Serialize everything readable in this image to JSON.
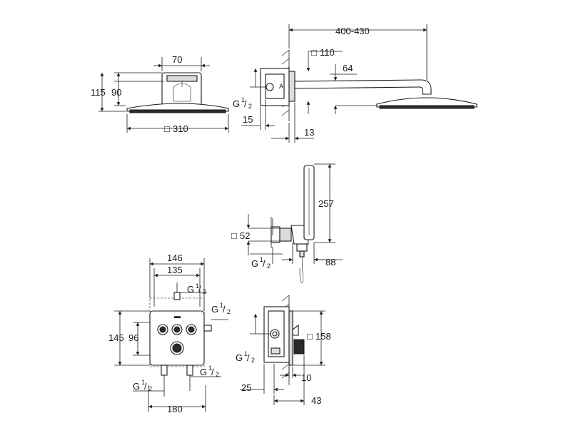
{
  "sheet": {
    "background": "#ffffff",
    "line_color": "#1a1a1a",
    "accent_gray": "#dcdcdc"
  },
  "head_shower_top": {
    "width_label": "70",
    "height_outer_label": "115",
    "height_inner_label": "90",
    "diameter_label": "310"
  },
  "head_shower_side": {
    "arm_length_label": "400-430",
    "flange_label": "110",
    "offset_label": "64",
    "thread_label": "G",
    "depth_label": "15",
    "cover_label": "13"
  },
  "hand_shower": {
    "length_label": "257",
    "flange_label": "52",
    "depth_label": "88",
    "thread_label": "G"
  },
  "thermostat_front": {
    "outer_width_label": "146",
    "inner_width_label": "135",
    "outer_height_label": "145",
    "inner_height_label": "96",
    "top_thread_label": "G",
    "right_thread_label": "G",
    "lower_right_thread_label": "G",
    "lower_left_thread_label": "G",
    "base_width_label": "180"
  },
  "thermostat_side": {
    "size_label": "158",
    "thread_label": "G",
    "cover_label": "10",
    "depth_label": "25",
    "total_label": "43"
  },
  "fraction": {
    "numerator": "1",
    "denominator": "2"
  },
  "square_symbol": "□"
}
